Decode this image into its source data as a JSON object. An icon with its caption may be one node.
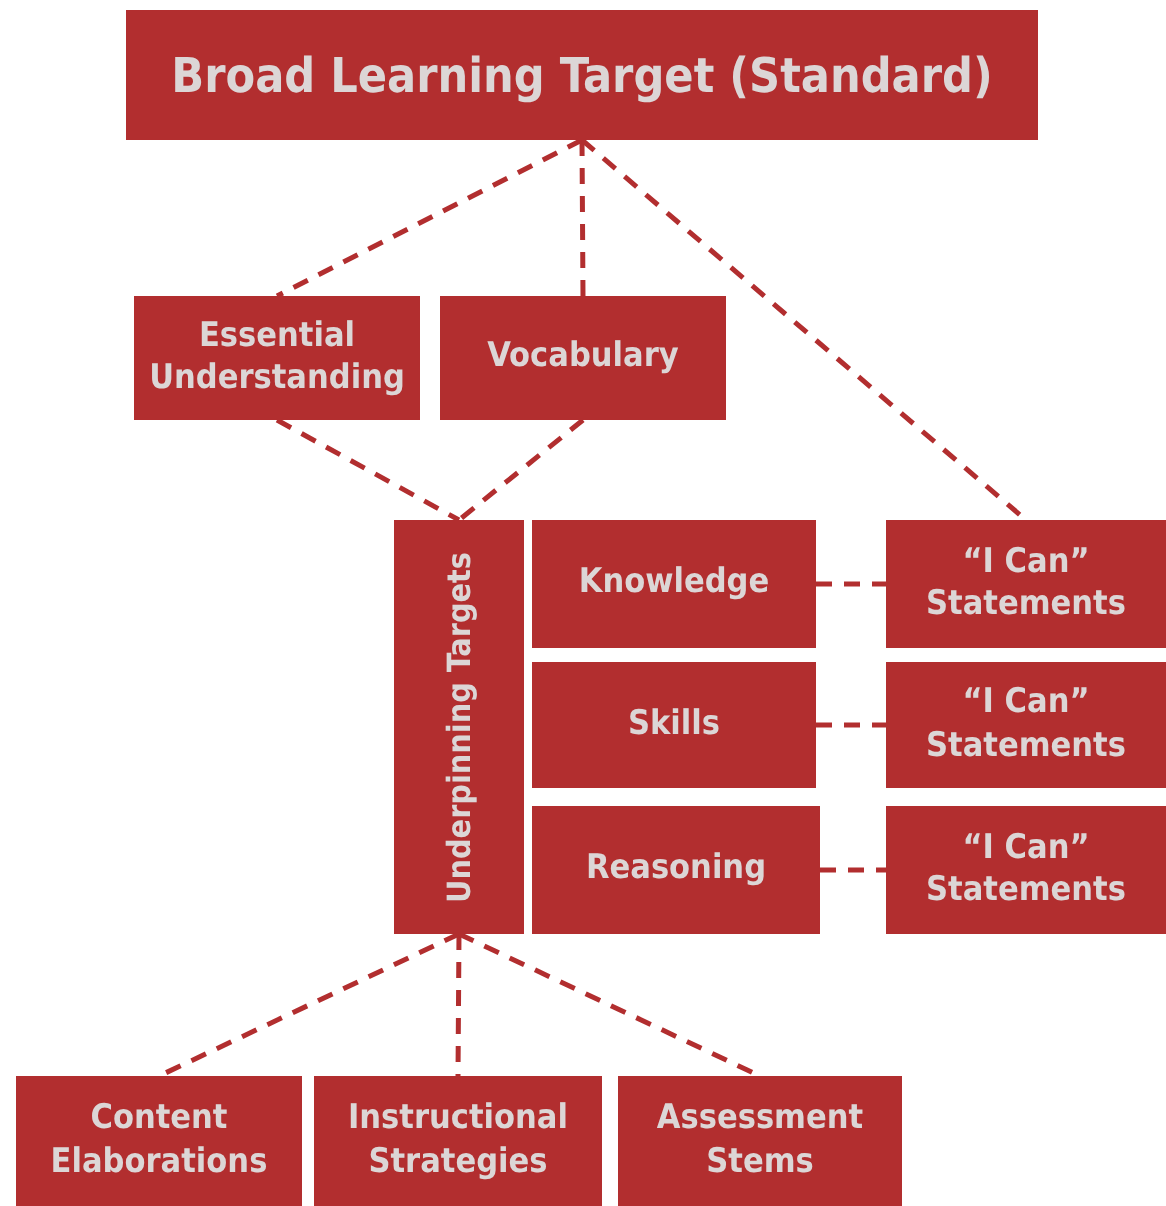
{
  "diagram": {
    "nodes": [
      {
        "text": [
          "Broad Learning Target (Standard)"
        ]
      },
      {
        "text": [
          "Essential Understanding"
        ]
      },
      {
        "text": [
          "Vocabulary"
        ]
      },
      {
        "text": [
          "Underpinning Targets"
        ]
      },
      {
        "text": [
          "Knowledge"
        ]
      },
      {
        "text": [
          "Skills"
        ]
      },
      {
        "text": [
          "Reasoning"
        ]
      },
      {
        "text": [
          "“I Can” Statements"
        ]
      },
      {
        "text": [
          "“I Can” Statements"
        ]
      },
      {
        "text": [
          "“I Can” Statements"
        ]
      },
      {
        "text": [
          "Content Elaborations"
        ]
      },
      {
        "text": [
          "Instructional Strategies"
        ]
      },
      {
        "text": [
          "Assessment Stems"
        ]
      }
    ],
    "edges": [
      {
        "from": 0,
        "to": 1,
        "arrow": "none"
      },
      {
        "from": 0,
        "to": 2,
        "arrow": "none"
      },
      {
        "from": 0,
        "to": 7,
        "arrow": "none"
      },
      {
        "from": 1,
        "to": 3,
        "arrow": "none"
      },
      {
        "from": 2,
        "to": 3,
        "arrow": "none"
      },
      {
        "from": 4,
        "to": 7,
        "arrow": "none"
      },
      {
        "from": 5,
        "to": 8,
        "arrow": "none"
      },
      {
        "from": 6,
        "to": 9,
        "arrow": "none"
      },
      {
        "from": 3,
        "to": 10,
        "arrow": "none"
      },
      {
        "from": 3,
        "to": 11,
        "arrow": "none"
      },
      {
        "from": 3,
        "to": 12,
        "arrow": "none"
      }
    ]
  }
}
